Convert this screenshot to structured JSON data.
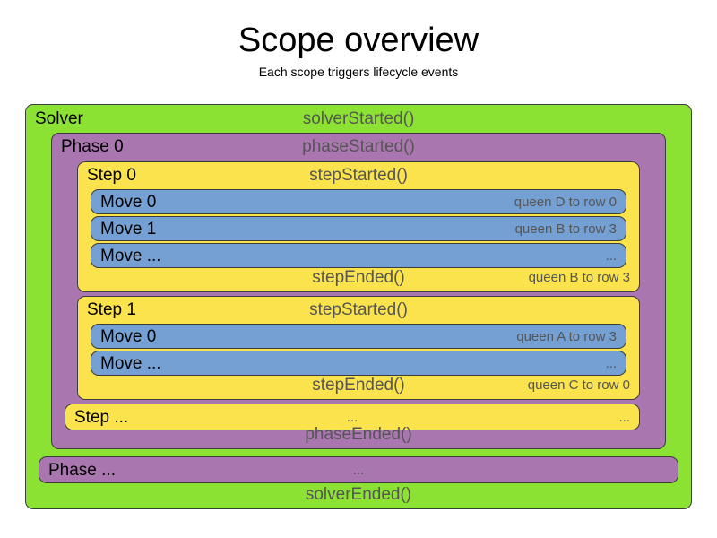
{
  "heading": {
    "title": "Scope overview",
    "subtitle": "Each scope triggers lifecycle events"
  },
  "colors": {
    "solver": "#8CE233",
    "phase": "#AA76B0",
    "step": "#FBE34D",
    "move": "#74A0D4",
    "border": "#3C3C3C",
    "event_text": "#555555",
    "label_text": "#000000"
  },
  "solver": {
    "label": "Solver",
    "started_event": "solverStarted()",
    "ended_event": "solverEnded()",
    "phases": [
      {
        "label": "Phase 0",
        "started_event": "phaseStarted()",
        "ended_event": "phaseEnded()",
        "steps": [
          {
            "label": "Step 0",
            "started_event": "stepStarted()",
            "ended_event": "stepEnded()",
            "ended_detail": "queen B to row 3",
            "moves": [
              {
                "label": "Move 0",
                "detail": "queen D to row 0"
              },
              {
                "label": "Move 1",
                "detail": "queen B to row 3"
              },
              {
                "label": "Move ...",
                "detail": "..."
              }
            ]
          },
          {
            "label": "Step 1",
            "started_event": "stepStarted()",
            "ended_event": "stepEnded()",
            "ended_detail": "queen C to row 0",
            "moves": [
              {
                "label": "Move 0",
                "detail": "queen A to row 3"
              },
              {
                "label": "Move ...",
                "detail": "..."
              }
            ]
          }
        ],
        "step_ellipsis": {
          "label": "Step ...",
          "event": "...",
          "detail": "..."
        }
      }
    ],
    "phase_ellipsis": {
      "label": "Phase ...",
      "event": "...",
      "detail": ""
    }
  }
}
